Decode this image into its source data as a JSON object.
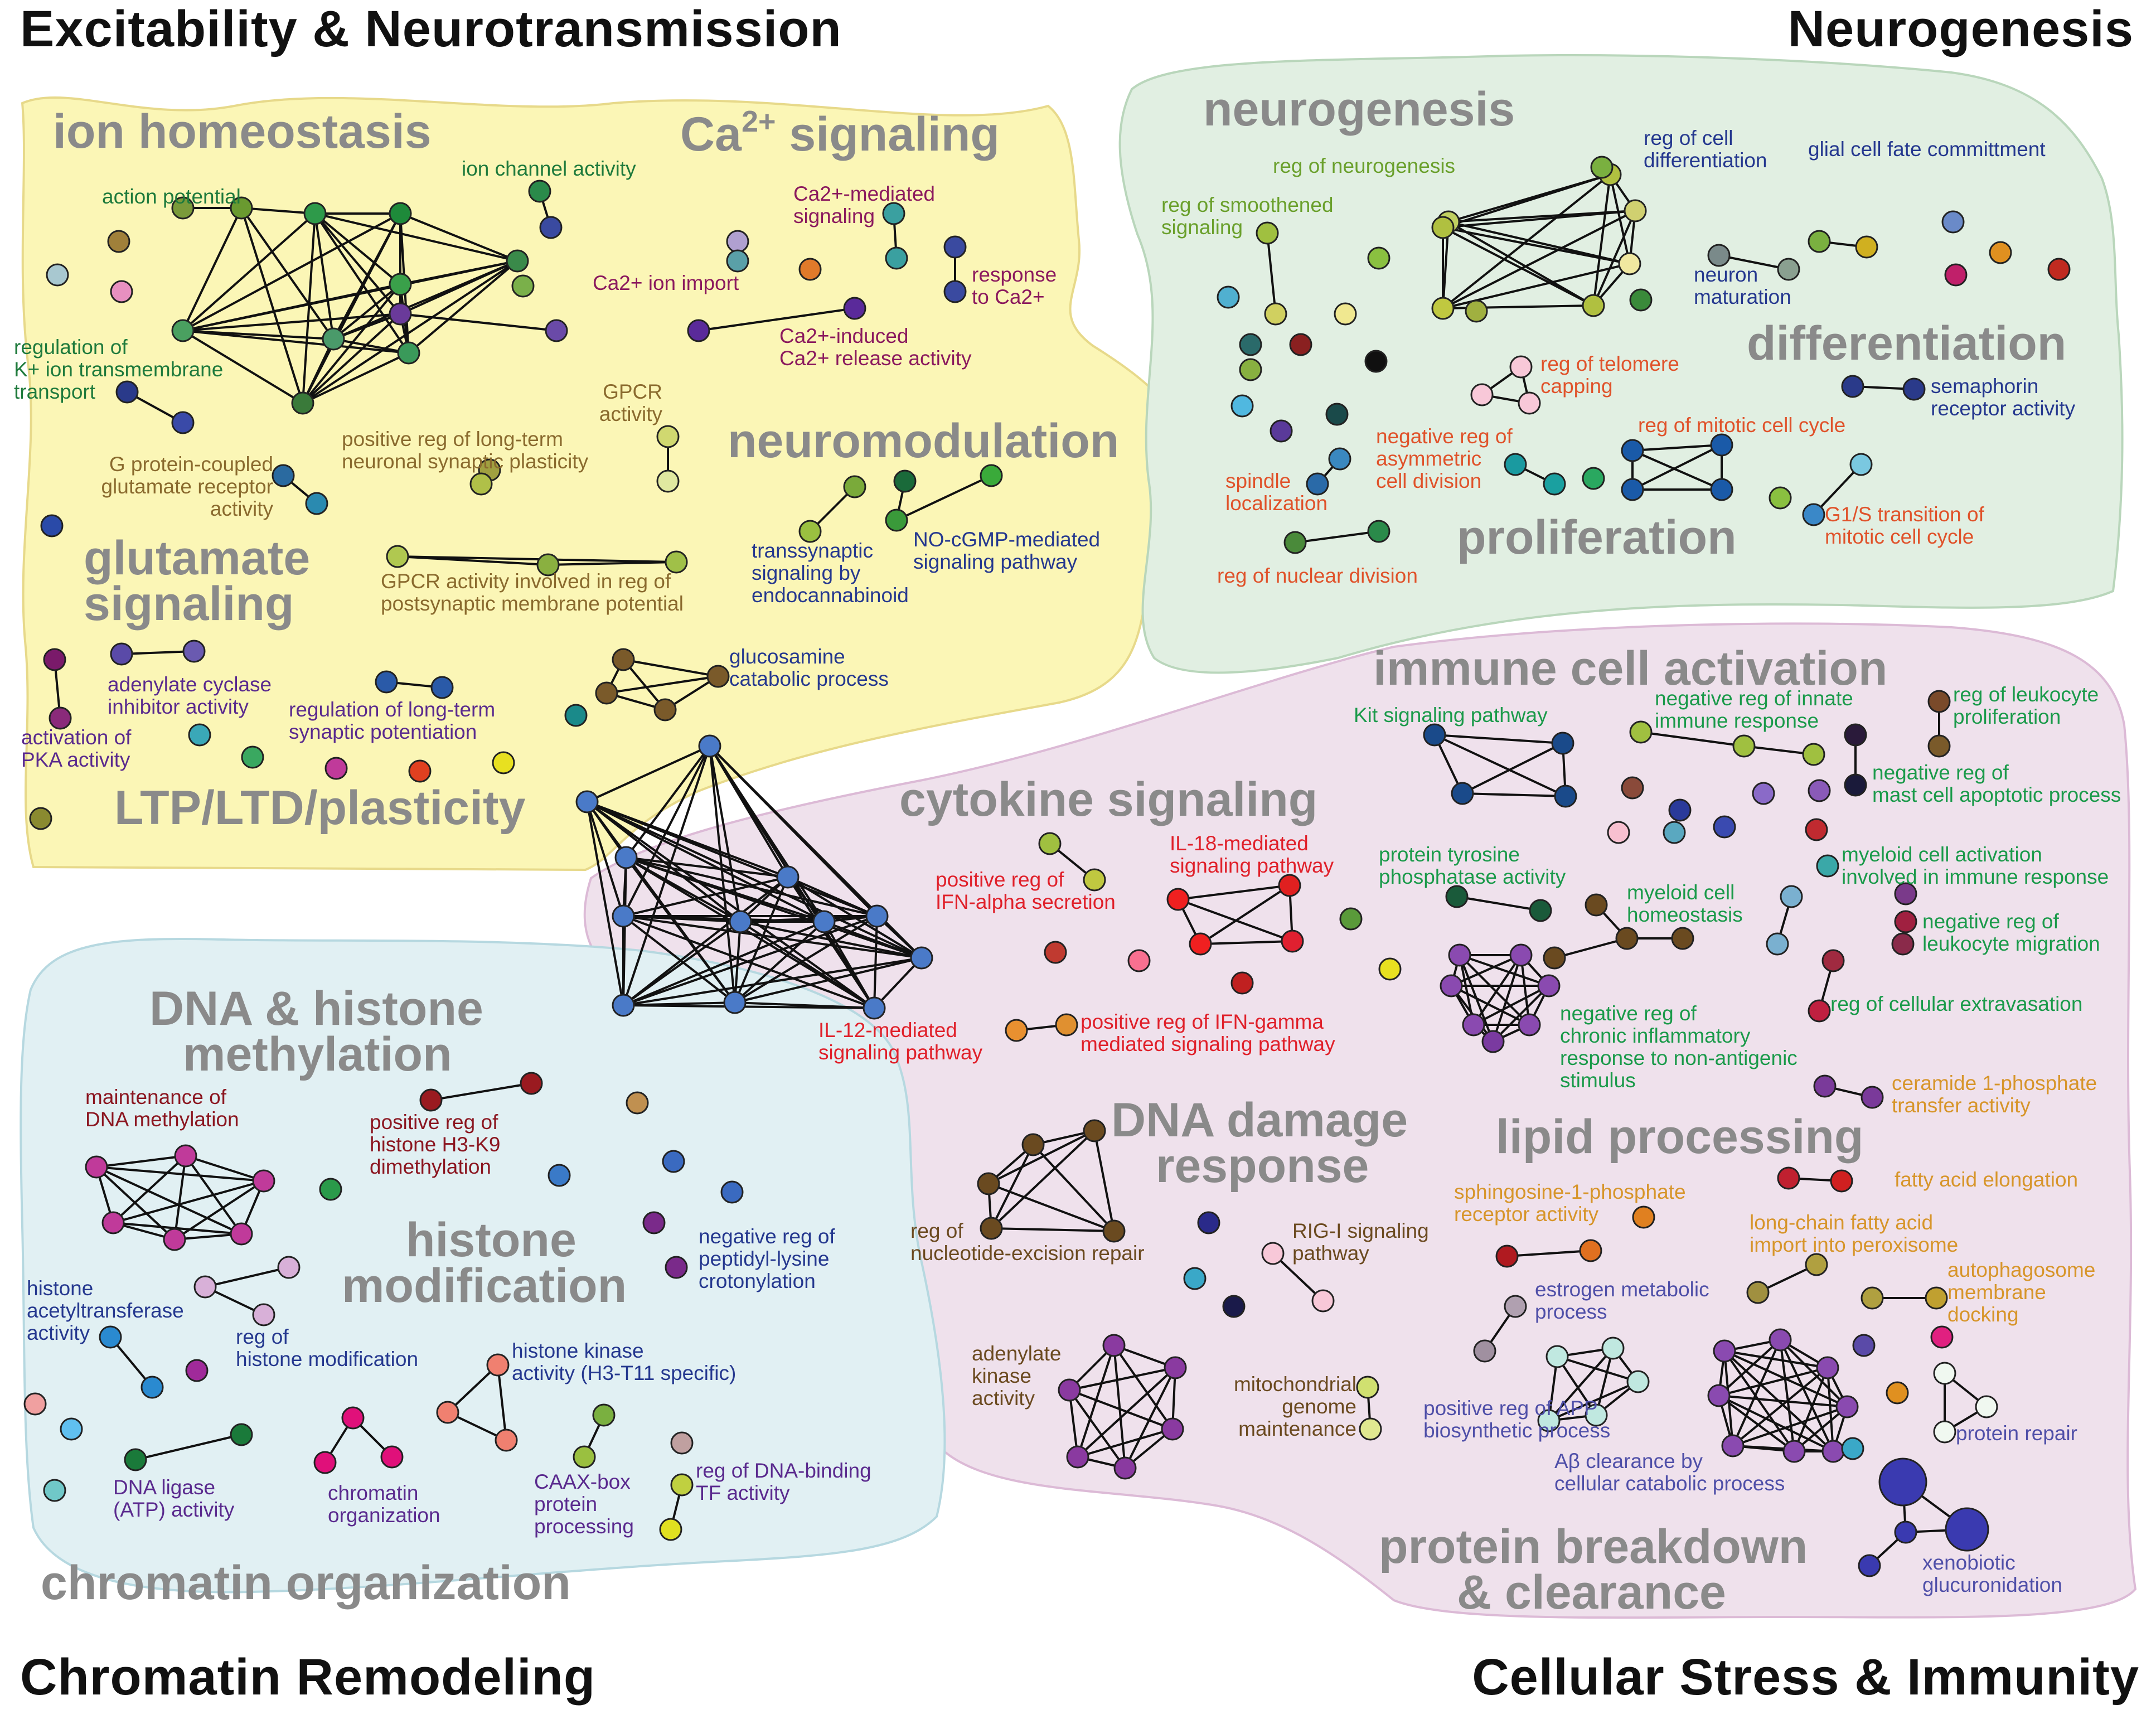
{
  "corner_titles": {
    "top_left": "Excitability & Neurotransmission",
    "top_right": "Neurogenesis",
    "bottom_left": "Chromatin Remodeling",
    "bottom_right": "Cellular Stress & Immunity"
  },
  "regions": [
    {
      "id": "excitability",
      "fill": "#fbf6b6",
      "stroke": "#e7d98a"
    },
    {
      "id": "neurogenesis",
      "fill": "#e1efe2",
      "stroke": "#b9d6bb"
    },
    {
      "id": "stress",
      "fill": "#efe1ec",
      "stroke": "#dcbad6"
    },
    {
      "id": "chromatin",
      "fill": "#e1f0f3",
      "stroke": "#b6d8e0"
    }
  ],
  "cluster_headings": [
    {
      "id": "ion-homeostasis",
      "text": "ion homeostasis"
    },
    {
      "id": "ca-signaling",
      "text": "Ca",
      "sup": "2+",
      "tail": " signaling"
    },
    {
      "id": "neuromodulation",
      "text": "neuromodulation"
    },
    {
      "id": "glutamate-signaling",
      "lines": [
        "glutamate",
        "signaling"
      ]
    },
    {
      "id": "ltp",
      "text": "LTP/LTD/plasticity"
    },
    {
      "id": "neurogenesis",
      "text": "neurogenesis"
    },
    {
      "id": "differentiation",
      "text": "differentiation"
    },
    {
      "id": "proliferation",
      "text": "proliferation"
    },
    {
      "id": "immune-cell-activation",
      "text": "immune cell activation"
    },
    {
      "id": "cytokine-signaling",
      "text": "cytokine signaling"
    },
    {
      "id": "dna-damage-response",
      "lines": [
        "DNA damage",
        "response"
      ]
    },
    {
      "id": "lipid-processing",
      "text": "lipid processing"
    },
    {
      "id": "protein-breakdown",
      "lines": [
        "protein breakdown",
        "& clearance"
      ]
    },
    {
      "id": "dna-histone-methylation",
      "lines": [
        "DNA & histone",
        "methylation"
      ]
    },
    {
      "id": "histone-modification",
      "lines": [
        "histone",
        "modification"
      ]
    },
    {
      "id": "chromatin-organization",
      "text": "chromatin organization"
    }
  ],
  "term_labels": [
    {
      "id": "action-potential",
      "lines": [
        "action potential"
      ],
      "color": "#1e7a3c"
    },
    {
      "id": "ion-channel-activity",
      "lines": [
        "ion channel activity"
      ],
      "color": "#1e7a3c"
    },
    {
      "id": "reg-k-ion",
      "lines": [
        "regulation of",
        "K+ ion transmembrane",
        "transport"
      ],
      "color": "#1e7a3c"
    },
    {
      "id": "g-protein-glutamate",
      "lines": [
        "G protein-coupled",
        "glutamate receptor",
        "activity"
      ],
      "color": "#8a6a2e"
    },
    {
      "id": "pos-reg-ltp",
      "lines": [
        "positive reg of long-term",
        "neuronal synaptic plasticity"
      ],
      "color": "#8a6a2e"
    },
    {
      "id": "gpcr-activity",
      "lines": [
        "GPCR",
        "activity"
      ],
      "color": "#8a6a2e"
    },
    {
      "id": "gpcr-postsynaptic",
      "lines": [
        "GPCR activity involved in reg of",
        "postsynaptic membrane potential"
      ],
      "color": "#8a6a2e"
    },
    {
      "id": "ca-mediated",
      "lines": [
        "Ca2+-mediated",
        "signaling"
      ],
      "color": "#8b1a5e"
    },
    {
      "id": "response-ca",
      "lines": [
        "response",
        "to Ca2+"
      ],
      "color": "#8b1a5e"
    },
    {
      "id": "ca-ion-import",
      "lines": [
        "Ca2+ ion import"
      ],
      "color": "#8b1a5e"
    },
    {
      "id": "ca-induced",
      "lines": [
        "Ca2+-induced",
        "Ca2+ release activity"
      ],
      "color": "#8b1a5e"
    },
    {
      "id": "transsynaptic",
      "lines": [
        "transsynaptic",
        "signaling by",
        "endocannabinoid"
      ],
      "color": "#25388f"
    },
    {
      "id": "no-cgmp",
      "lines": [
        "NO-cGMP-mediated",
        "signaling pathway"
      ],
      "color": "#25388f"
    },
    {
      "id": "glucosamine",
      "lines": [
        "glucosamine",
        "catabolic process"
      ],
      "color": "#25388f"
    },
    {
      "id": "adenylate-inhibitor",
      "lines": [
        "adenylate cyclase",
        "inhibitor activity"
      ],
      "color": "#5a2a8e"
    },
    {
      "id": "pka",
      "lines": [
        "activation of",
        "PKA activity"
      ],
      "color": "#5a2a8e"
    },
    {
      "id": "reg-ltp",
      "lines": [
        "regulation of long-term",
        "synaptic potentiation"
      ],
      "color": "#5a2a8e"
    },
    {
      "id": "reg-neurogenesis",
      "lines": [
        "reg of neurogenesis"
      ],
      "color": "#6aa02c"
    },
    {
      "id": "reg-smoothened",
      "lines": [
        "reg of smoothened",
        "signaling"
      ],
      "color": "#6aa02c"
    },
    {
      "id": "reg-cell-diff",
      "lines": [
        "reg of cell",
        "differentiation"
      ],
      "color": "#25388f"
    },
    {
      "id": "glial-fate",
      "lines": [
        "glial cell fate committment"
      ],
      "color": "#25388f"
    },
    {
      "id": "neuron-maturation",
      "lines": [
        "neuron",
        "maturation"
      ],
      "color": "#25388f"
    },
    {
      "id": "semaphorin",
      "lines": [
        "semaphorin",
        "receptor activity"
      ],
      "color": "#25388f"
    },
    {
      "id": "reg-telomere",
      "lines": [
        "reg of telomere",
        "capping"
      ],
      "color": "#e0522a"
    },
    {
      "id": "neg-asym",
      "lines": [
        "negative reg of",
        "asymmetric",
        "cell division"
      ],
      "color": "#e0522a"
    },
    {
      "id": "reg-mitotic",
      "lines": [
        "reg of mitotic cell cycle"
      ],
      "color": "#e0522a"
    },
    {
      "id": "spindle",
      "lines": [
        "spindle",
        "localization"
      ],
      "color": "#e0522a"
    },
    {
      "id": "g1s",
      "lines": [
        "G1/S transition of",
        "mitotic cell cycle"
      ],
      "color": "#e0522a"
    },
    {
      "id": "nuclear-division",
      "lines": [
        "reg of nuclear division"
      ],
      "color": "#e0522a"
    },
    {
      "id": "kit",
      "lines": [
        "Kit signaling pathway"
      ],
      "color": "#1a9a4a"
    },
    {
      "id": "neg-innate",
      "lines": [
        "negative reg of innate",
        "immune response"
      ],
      "color": "#1a9a4a"
    },
    {
      "id": "leuk-prolif",
      "lines": [
        "reg of leukocyte",
        "proliferation"
      ],
      "color": "#1a9a4a"
    },
    {
      "id": "neg-mast",
      "lines": [
        "negative reg of",
        "mast cell apoptotic process"
      ],
      "color": "#1a9a4a"
    },
    {
      "id": "ptp",
      "lines": [
        "protein tyrosine",
        "phosphatase activity"
      ],
      "color": "#1a9a4a"
    },
    {
      "id": "myeloid-homeo",
      "lines": [
        "myeloid cell",
        "homeostasis"
      ],
      "color": "#1a9a4a"
    },
    {
      "id": "myeloid-act",
      "lines": [
        "myeloid cell activation",
        "involved in immune response"
      ],
      "color": "#1a9a4a"
    },
    {
      "id": "neg-leuk-mig",
      "lines": [
        "negative reg of",
        "leukocyte migration"
      ],
      "color": "#1a9a4a"
    },
    {
      "id": "extravasation",
      "lines": [
        "reg of cellular extravasation"
      ],
      "color": "#1a9a4a"
    },
    {
      "id": "neg-chronic",
      "lines": [
        "negative reg of",
        "chronic inflammatory",
        "response to non-antigenic",
        "stimulus"
      ],
      "color": "#1a9a4a"
    },
    {
      "id": "ifn-alpha",
      "lines": [
        "positive reg of",
        "IFN-alpha secretion"
      ],
      "color": "#e0202a"
    },
    {
      "id": "il18",
      "lines": [
        "IL-18-mediated",
        "signaling pathway"
      ],
      "color": "#e0202a"
    },
    {
      "id": "il12",
      "lines": [
        "IL-12-mediated",
        "signaling pathway"
      ],
      "color": "#e0202a"
    },
    {
      "id": "ifn-gamma",
      "lines": [
        "positive reg of IFN-gamma",
        "mediated signaling pathway"
      ],
      "color": "#e0202a"
    },
    {
      "id": "ceramide",
      "lines": [
        "ceramide 1-phosphate",
        "transfer activity"
      ],
      "color": "#d7952a"
    },
    {
      "id": "fatty-acid",
      "lines": [
        "fatty acid elongation"
      ],
      "color": "#d7952a"
    },
    {
      "id": "s1p",
      "lines": [
        "sphingosine-1-phosphate",
        "receptor activity"
      ],
      "color": "#d7952a"
    },
    {
      "id": "lcfa",
      "lines": [
        "long-chain fatty acid",
        "import into peroxisome"
      ],
      "color": "#d7952a"
    },
    {
      "id": "autophagosome",
      "lines": [
        "autophagosome",
        "membrane",
        "docking"
      ],
      "color": "#d7952a"
    },
    {
      "id": "ner",
      "lines": [
        "reg of",
        "nucleotide-excision repair"
      ],
      "color": "#6b4a20"
    },
    {
      "id": "rig-i",
      "lines": [
        "RIG-I signaling",
        "pathway"
      ],
      "color": "#6b4a20"
    },
    {
      "id": "adenylate-kinase",
      "lines": [
        "adenylate",
        "kinase",
        "activity"
      ],
      "color": "#6b4a20"
    },
    {
      "id": "mito-genome",
      "lines": [
        "mitochondrial",
        "genome",
        "maintenance"
      ],
      "color": "#6b4a20"
    },
    {
      "id": "estrogen",
      "lines": [
        "estrogen metabolic",
        "process"
      ],
      "color": "#4f4fa8"
    },
    {
      "id": "app",
      "lines": [
        "positive reg of APP",
        "biosynthetic process"
      ],
      "color": "#4f4fa8"
    },
    {
      "id": "abeta",
      "lines": [
        "Aβ clearance by",
        "cellular catabolic process"
      ],
      "color": "#4f4fa8"
    },
    {
      "id": "protein-repair",
      "lines": [
        "protein repair"
      ],
      "color": "#4f4fa8"
    },
    {
      "id": "xenobiotic",
      "lines": [
        "xenobiotic",
        "glucuronidation"
      ],
      "color": "#4f4fa8"
    },
    {
      "id": "dna-methylation",
      "lines": [
        "maintenance of",
        "DNA methylation"
      ],
      "color": "#8b1620"
    },
    {
      "id": "h3k9",
      "lines": [
        "positive reg of",
        "histone H3-K9",
        "dimethylation"
      ],
      "color": "#8b1620"
    },
    {
      "id": "crotonylation",
      "lines": [
        "negative reg of",
        "peptidyl-lysine",
        "crotonylation"
      ],
      "color": "#25388f"
    },
    {
      "id": "hat",
      "lines": [
        "histone",
        "acetyltransferase",
        "activity"
      ],
      "color": "#25388f"
    },
    {
      "id": "reg-histone-mod",
      "lines": [
        "reg of",
        "histone modification"
      ],
      "color": "#25388f"
    },
    {
      "id": "histone-kinase",
      "lines": [
        "histone kinase",
        "activity (H3-T11 specific)"
      ],
      "color": "#25388f"
    },
    {
      "id": "dna-ligase",
      "lines": [
        "DNA ligase",
        "(ATP) activity"
      ],
      "color": "#5a2a8e"
    },
    {
      "id": "chromatin-org",
      "lines": [
        "chromatin",
        "organization"
      ],
      "color": "#5a2a8e"
    },
    {
      "id": "caax",
      "lines": [
        "CAAX-box",
        "protein",
        "processing"
      ],
      "color": "#5a2a8e"
    },
    {
      "id": "dna-binding-tf",
      "lines": [
        "reg of DNA-binding",
        "TF activity"
      ],
      "color": "#5a2a8e"
    }
  ]
}
